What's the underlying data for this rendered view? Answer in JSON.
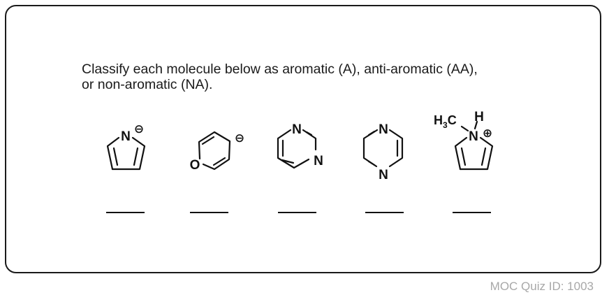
{
  "question": {
    "line1": "Classify each molecule below as aromatic (A), anti-aromatic (AA),",
    "line2": "or non-aromatic (NA)."
  },
  "molecules": [
    {
      "id": "pyrrolide-anion",
      "labels": {
        "n": "N",
        "charge": "⊖"
      }
    },
    {
      "id": "pyranyl-anion",
      "labels": {
        "o": "O",
        "charge": "⊖"
      }
    },
    {
      "id": "pyrimidine",
      "labels": {
        "n1": "N",
        "n2": "N"
      }
    },
    {
      "id": "pyrazine",
      "labels": {
        "n1": "N",
        "n2": "N"
      }
    },
    {
      "id": "n-methylpyrrolium",
      "labels": {
        "n": "N",
        "charge": "⊕",
        "h": "H",
        "methyl": "H",
        "methyl_sub": "3",
        "methyl_c": "C"
      }
    }
  ],
  "footer": {
    "quiz_id": "MOC Quiz ID: 1003"
  }
}
